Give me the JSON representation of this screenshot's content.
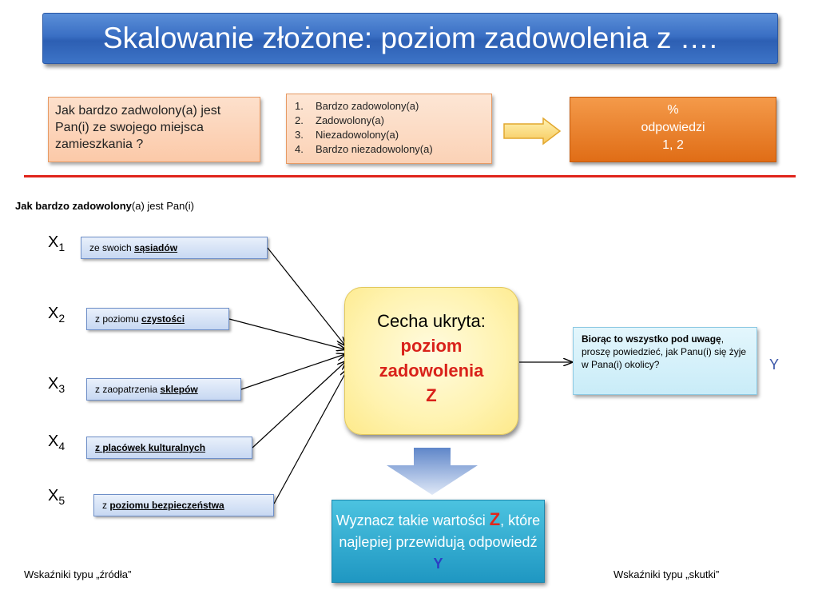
{
  "title": "Skalowanie złożone: poziom zadowolenia z ….",
  "question": "Jak bardzo zadwolony(a) jest Pan(i) ze swojego miejsca zamieszkania ?",
  "options": [
    {
      "num": "1.",
      "label": "Bardzo zadowolony(a)"
    },
    {
      "num": "2.",
      "label": "Zadowolony(a)"
    },
    {
      "num": "3.",
      "label": "Niezadowolony(a)"
    },
    {
      "num": "4.",
      "label": "Bardzo niezadowolony(a)"
    }
  ],
  "result": {
    "line1": "%",
    "line2": "odpowiedzi",
    "line3": "1, 2"
  },
  "subtitle": {
    "bold": "Jak bardzo zadowolony",
    "rest": "(a) jest Pan(i)"
  },
  "indicators": [
    {
      "x": "X",
      "sub": "1",
      "prefix": "ze swoich ",
      "bold": "sąsiadów"
    },
    {
      "x": "X",
      "sub": "2",
      "prefix": "z poziomu ",
      "bold": "czystości"
    },
    {
      "x": "X",
      "sub": "3",
      "prefix": "z zaopatrzenia ",
      "bold": "sklepów"
    },
    {
      "x": "X",
      "sub": "4",
      "prefix": "z ",
      "bold": "placówek kulturalnych"
    },
    {
      "x": "X",
      "sub": "5",
      "prefix": "z ",
      "bold": "poziomu bezpieczeństwa"
    }
  ],
  "latent": {
    "line1": "Cecha ukryta:",
    "line2": "poziom",
    "line3": "zadowolenia",
    "line4": "Z"
  },
  "outcome": {
    "bold": "Biorąc to wszystko pod uwagę",
    "rest": ", proszę powiedzieć, jak Panu(i) się żyje w Pana(i) okolicy?"
  },
  "y_label": "Y",
  "bottom": {
    "text1": "Wyznacz takie wartości ",
    "z": "Z",
    "text2": ", które najlepiej przewidują odpowiedź ",
    "y": "Y"
  },
  "footer": {
    "left": "Wskaźniki typu „źródła”",
    "right": "Wskaźniki typu „skutki”"
  },
  "colors": {
    "title_bg": "#3a6fc4",
    "red_line": "#e0251b",
    "result_bg": "#e06d16",
    "latent_text": "#d9221a",
    "bottom_bg": "#1f97c2"
  }
}
